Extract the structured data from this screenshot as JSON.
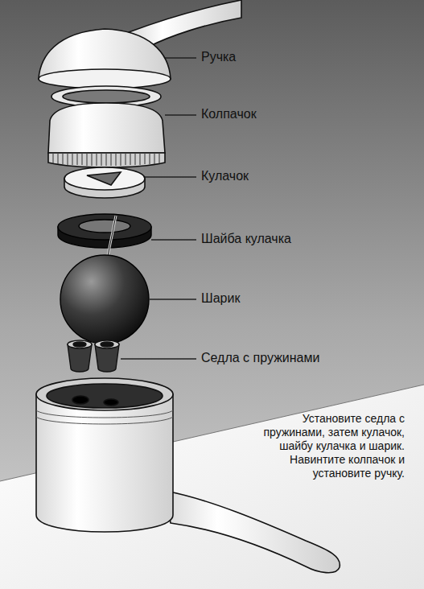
{
  "diagram": {
    "labels": [
      "Ручка",
      "Колпачок",
      "Кулачок",
      "Шайба кулачка",
      "Шарик",
      "Седла с пружинами",
      "Установите седла с пружинами, затем кулачок, шайбу кулачка и шарик. Навинтите колпачок и установите ручку."
    ]
  }
}
